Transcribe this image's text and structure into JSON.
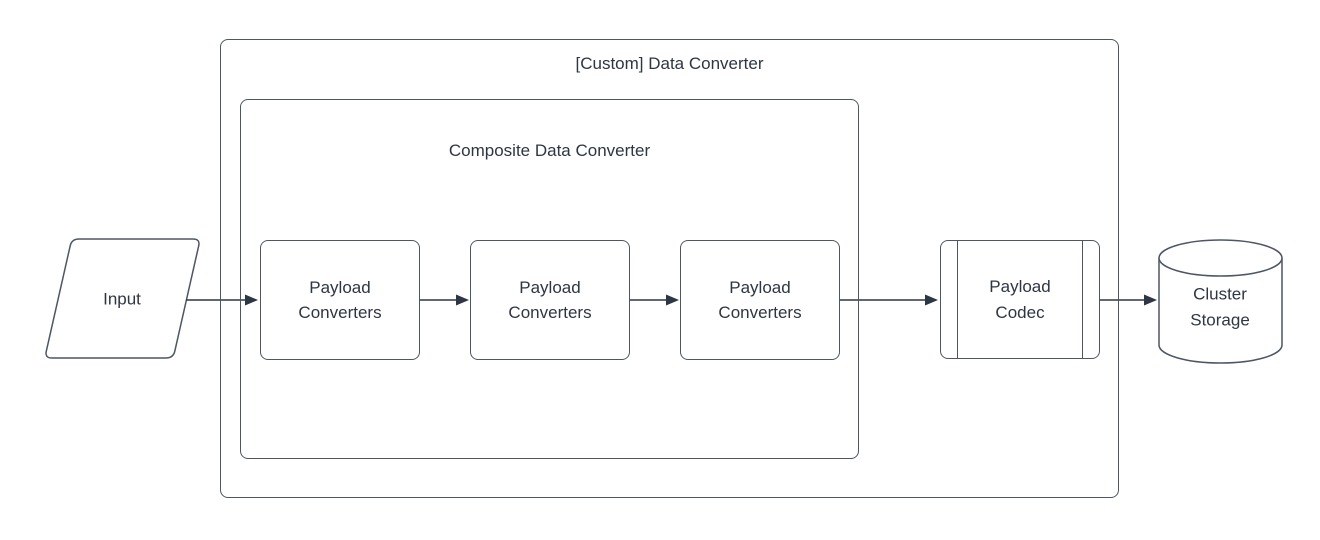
{
  "diagram": {
    "colors": {
      "background": "#ffffff",
      "shape_fill": "#ffffff",
      "shape_stroke": "#4d5665",
      "arrow_color": "#2d3644",
      "text_color": "#2e3543"
    },
    "outer_container": {
      "title": "[Custom] Data Converter"
    },
    "inner_container": {
      "title": "Composite Data Converter"
    },
    "input": {
      "label": "Input"
    },
    "converters": [
      {
        "label": "Payload\nConverters"
      },
      {
        "label": "Payload\nConverters"
      },
      {
        "label": "Payload\nConverters"
      }
    ],
    "codec": {
      "label": "Payload\nCodec"
    },
    "storage": {
      "label": "Cluster\nStorage"
    }
  }
}
